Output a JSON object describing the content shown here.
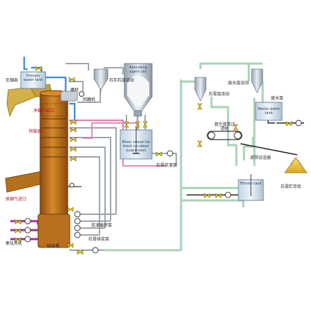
{
  "labels": {
    "reheater": "至烟囱",
    "clean_gas_outlet": "净烟气出口",
    "demister": "除雾器",
    "raw_gas_inlet": "原烟气进口",
    "oxidation_fan": "氧化风机",
    "absorber": "吸收塔",
    "gypsum_bleed_pump": "石膏排浆泵",
    "slurry_recirc_pump": "浆液循环泵",
    "gypsum_slurry_pump": "石膏浆液泵",
    "mill": "磨机",
    "limestone_cyclone": "石灰石旋流站",
    "return_mill": "回磨机",
    "abs_silo": "Absorbing agent silo",
    "process_water_tank": "Process water tank",
    "mixer_vessel": "Mixer vessel for fresh scrubber suspension",
    "gypsum_cyclone": "石膏旋流站",
    "vacuum_belt_filter": "真空皮带过滤机",
    "wastewater_cyclone": "废水旋流站",
    "waste_water_tank": "Waste water tank",
    "wastewater_pump": "废水泵",
    "belt_conveyor": "皮带运送器",
    "filtrate_tank": "Filtrate tank",
    "gypsum_storage": "石膏贮存库"
  },
  "colors": {
    "absorber": "#c8781e",
    "absorber_dark": "#8a4a0e",
    "blue_pipe": "#4a8fd0",
    "gray_pipe": "#9aa4ac",
    "green_pipe": "#a8d2b4",
    "pink_pipe": "#e07ab4",
    "purple_pipe": "#9a2fa0",
    "valve": "#e8d21a",
    "vessel": "#dfeaf4",
    "vessel_line": "#6c8aa4",
    "label_red": "#b01020"
  }
}
